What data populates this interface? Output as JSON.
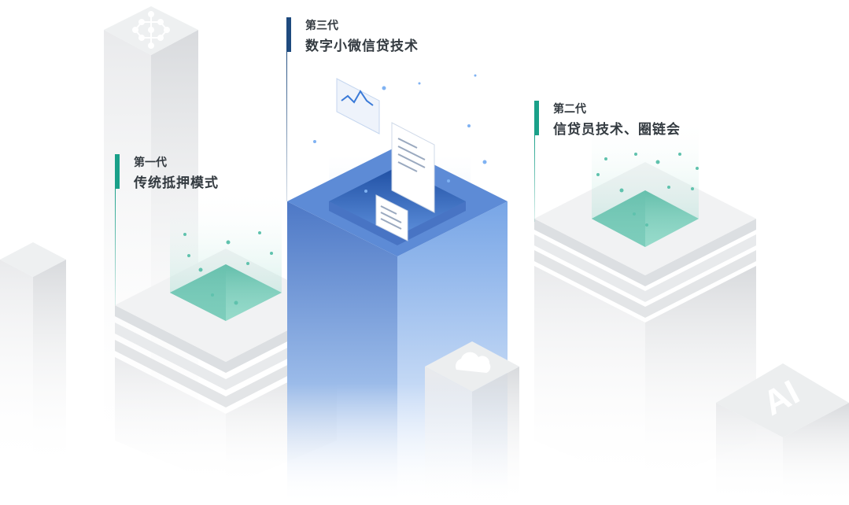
{
  "generations": [
    {
      "id": "first",
      "subtitle": "第一代",
      "title": "传统抵押模式"
    },
    {
      "id": "third",
      "subtitle": "第三代",
      "title": "数字小微信贷技术"
    },
    {
      "id": "second",
      "subtitle": "第二代",
      "title": "信贷员技术、圈链会"
    }
  ],
  "badges": {
    "ai": "AI"
  },
  "colors": {
    "teal": "#1aa089",
    "navy": "#1e4a7e",
    "gridTeal": "#5fc2ad",
    "blueTop": "#4f7fd0",
    "blueBody": "#6e9ce0",
    "gray": "#e4e6e8"
  },
  "icons": [
    "hexagon-network-icon",
    "cloud-icon",
    "wave-chart-icon",
    "document-icon"
  ]
}
